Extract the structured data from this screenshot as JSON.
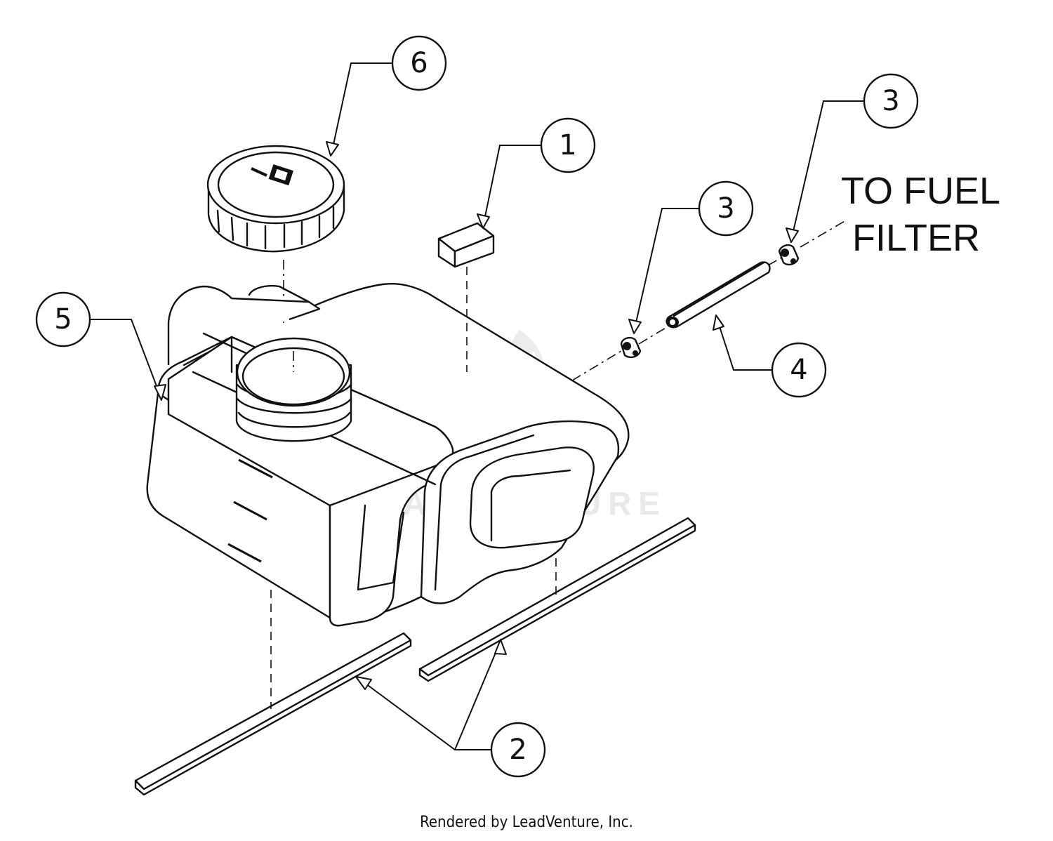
{
  "diagram": {
    "callouts": [
      {
        "id": "callout-1",
        "label": "1"
      },
      {
        "id": "callout-2",
        "label": "2"
      },
      {
        "id": "callout-3a",
        "label": "3"
      },
      {
        "id": "callout-3b",
        "label": "3"
      },
      {
        "id": "callout-4",
        "label": "4"
      },
      {
        "id": "callout-5",
        "label": "5"
      },
      {
        "id": "callout-6",
        "label": "6"
      }
    ],
    "note_line1": "TO FUEL",
    "note_line2": "FILTER",
    "watermark": "LEADVENTURE",
    "footer": "Rendered by LeadVenture, Inc."
  }
}
